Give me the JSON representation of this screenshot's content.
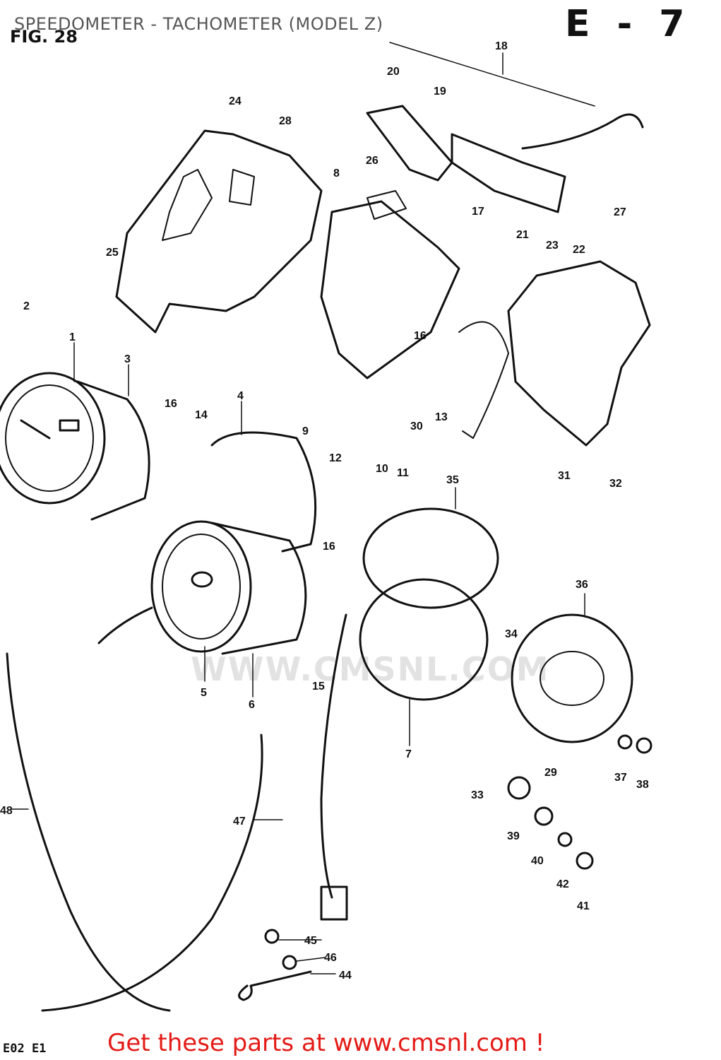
{
  "header": {
    "title": "SPEEDOMETER - TACHOMETER (MODEL Z)",
    "figure_label": "FIG. 28",
    "section_code": "E - 7"
  },
  "footer": {
    "region_codes": "E02 E1",
    "call_to_action": "Get these parts at www.cmsnl.com !"
  },
  "watermark": "WWW.CMSNL.COM",
  "colors": {
    "line": "#111111",
    "call_to_action": "#e41b17",
    "title": "#555555",
    "watermark": "#e2e2e2"
  },
  "part_numbers": [
    "1",
    "2",
    "3",
    "4",
    "5",
    "6",
    "7",
    "8",
    "9",
    "10",
    "11",
    "12",
    "13",
    "14",
    "15",
    "16",
    "16",
    "16",
    "17",
    "18",
    "19",
    "20",
    "21",
    "22",
    "23",
    "24",
    "25",
    "26",
    "27",
    "28",
    "29",
    "30",
    "31",
    "32",
    "33",
    "34",
    "35",
    "36",
    "37",
    "38",
    "39",
    "40",
    "41",
    "42",
    "44",
    "45",
    "46",
    "47",
    "48"
  ]
}
